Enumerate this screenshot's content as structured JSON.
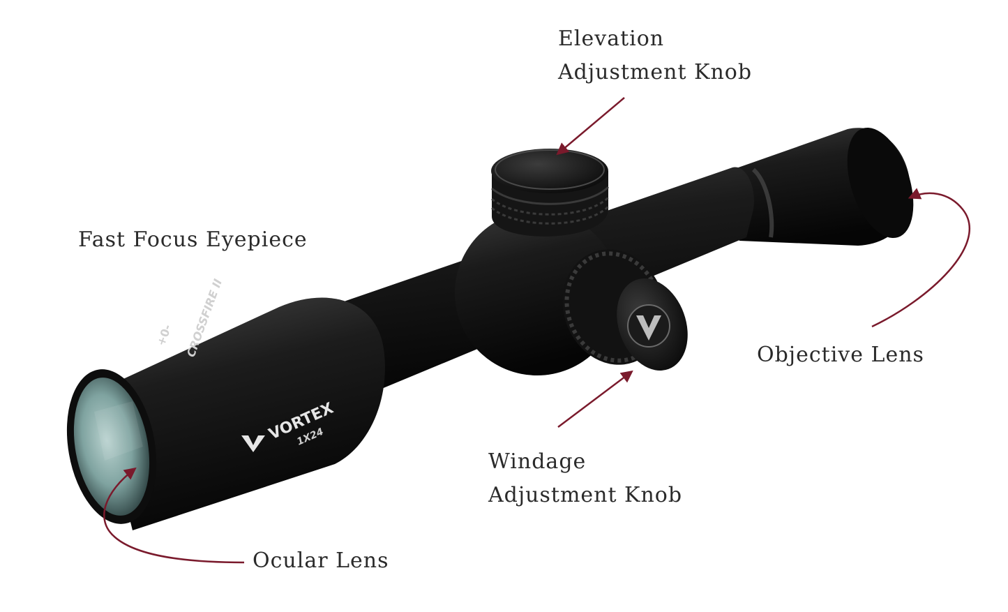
{
  "labels": {
    "elevation": {
      "line1": "Elevation",
      "line2": "Adjustment Knob"
    },
    "eyepiece": "Fast Focus Eyepiece",
    "objective": "Objective Lens",
    "windage": {
      "line1": "Windage",
      "line2": "Adjustment Knob"
    },
    "ocular": "Ocular Lens"
  },
  "scope_markings": {
    "brand": "VORTEX",
    "model": "1X24",
    "model_name": "CROSSFIRE II",
    "diopter": "+0-"
  },
  "colors": {
    "arrow": "#7a1a2c",
    "label_text": "#2a2a2a",
    "scope_body": "#161616",
    "background": "#ffffff"
  }
}
